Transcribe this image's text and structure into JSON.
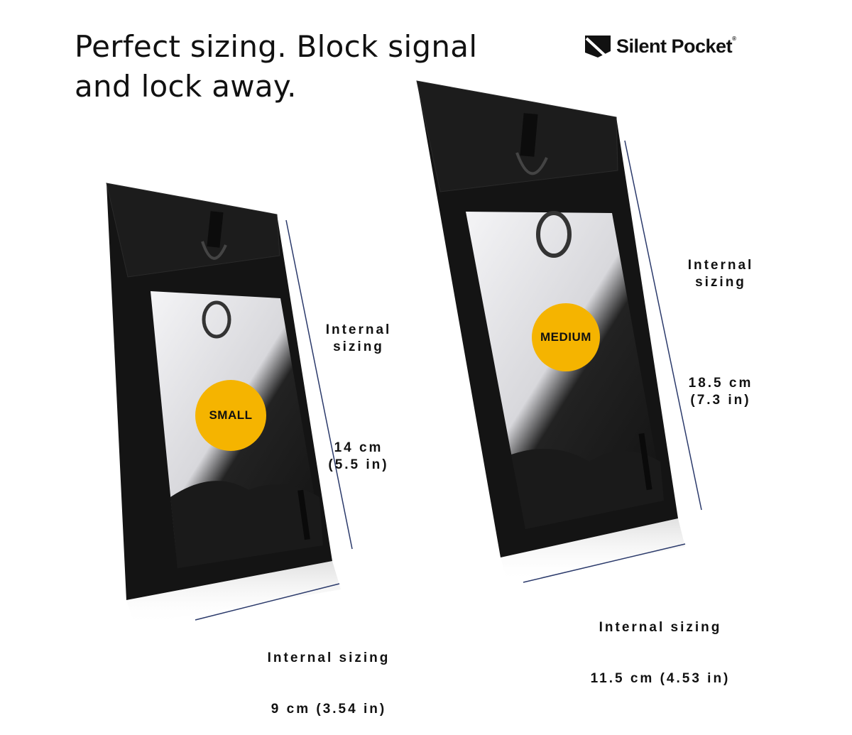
{
  "headline": {
    "line1": "Perfect sizing. Block signal",
    "line2": "and lock away."
  },
  "brand": {
    "name": "Silent Pocket",
    "registered": "®",
    "logo_icon": "shield-icon"
  },
  "colors": {
    "badge": "#f5b400",
    "pouch": "#141414",
    "dimension_line": "#2b3a6b"
  },
  "products": [
    {
      "size_label": "SMALL",
      "height": {
        "label": "Internal\nsizing",
        "value": "14 cm\n(5.5 in)"
      },
      "width": {
        "label": "Internal sizing",
        "value": "9 cm (3.54 in)"
      }
    },
    {
      "size_label": "MEDIUM",
      "height": {
        "label": "Internal\nsizing",
        "value": "18.5 cm\n(7.3 in)"
      },
      "width": {
        "label": "Internal sizing",
        "value": "11.5 cm (4.53 in)"
      }
    }
  ]
}
